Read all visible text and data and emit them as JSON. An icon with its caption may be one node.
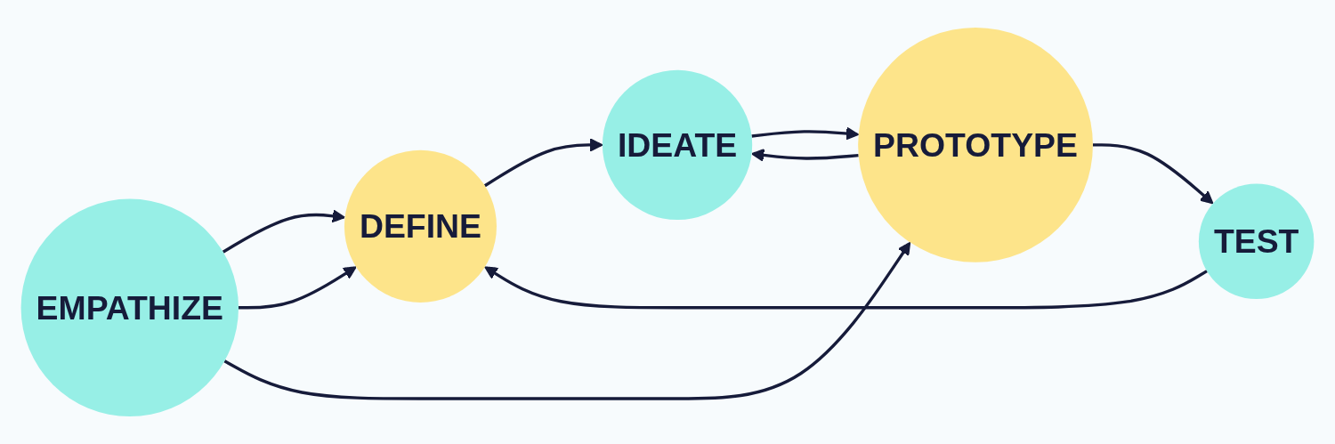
{
  "diagram": {
    "nodes": [
      {
        "text": [
          "EMPATHIZE"
        ]
      },
      {
        "text": [
          "DEFINE"
        ]
      },
      {
        "text": [
          "IDEATE"
        ]
      },
      {
        "text": [
          "PROTOTYPE"
        ]
      },
      {
        "text": [
          "TEST"
        ]
      }
    ],
    "edges": [
      {
        "from": 0,
        "to": 1,
        "arrow": "to"
      },
      {
        "from": 1,
        "to": 2,
        "arrow": "to"
      },
      {
        "from": 2,
        "to": 3,
        "arrow": "to"
      },
      {
        "from": 3,
        "to": 4,
        "arrow": "to"
      },
      {
        "from": 0,
        "to": 1,
        "arrow": "to"
      },
      {
        "from": 0,
        "to": 3,
        "arrow": "to"
      },
      {
        "from": 3,
        "to": 2,
        "arrow": "to"
      },
      {
        "from": 4,
        "to": 1,
        "arrow": "to"
      }
    ]
  }
}
